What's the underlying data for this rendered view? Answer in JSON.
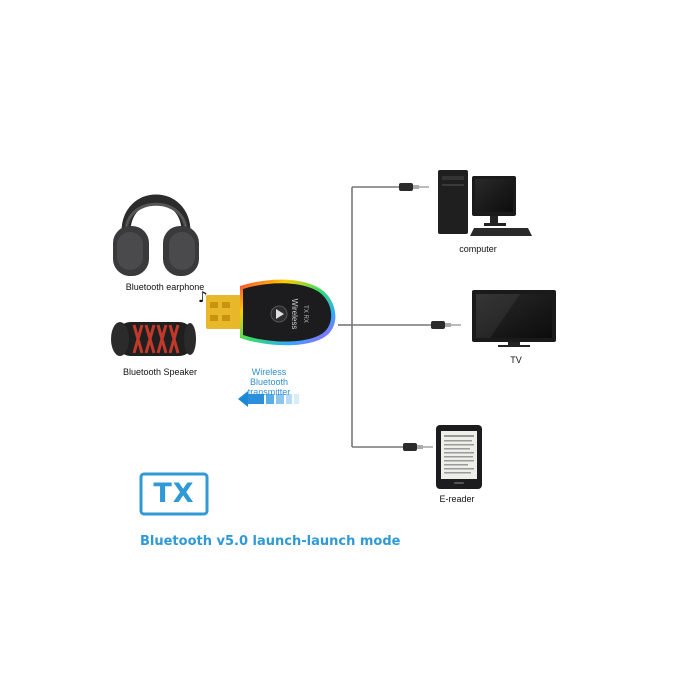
{
  "labels": {
    "earphone": "Bluetooth earphone",
    "speaker": "Bluetooth Speaker",
    "computer": "computer",
    "tv": "TV",
    "ereader": "E-reader",
    "transmitter_line1": "Wireless Bluetooth",
    "transmitter_line2": "transmitter",
    "badge": "TX",
    "mode": "Bluetooth v5.0 launch-launch mode"
  },
  "device_text": {
    "brand": "Wireless",
    "modes": "TX   RX"
  },
  "colors": {
    "accent_blue": "#2f9ad6",
    "device_body": "#1c1c1e",
    "usb_gold": "#e8b82a",
    "cable": "#777777"
  },
  "icons": {
    "music_note": "♪",
    "play_button": "play-icon"
  }
}
